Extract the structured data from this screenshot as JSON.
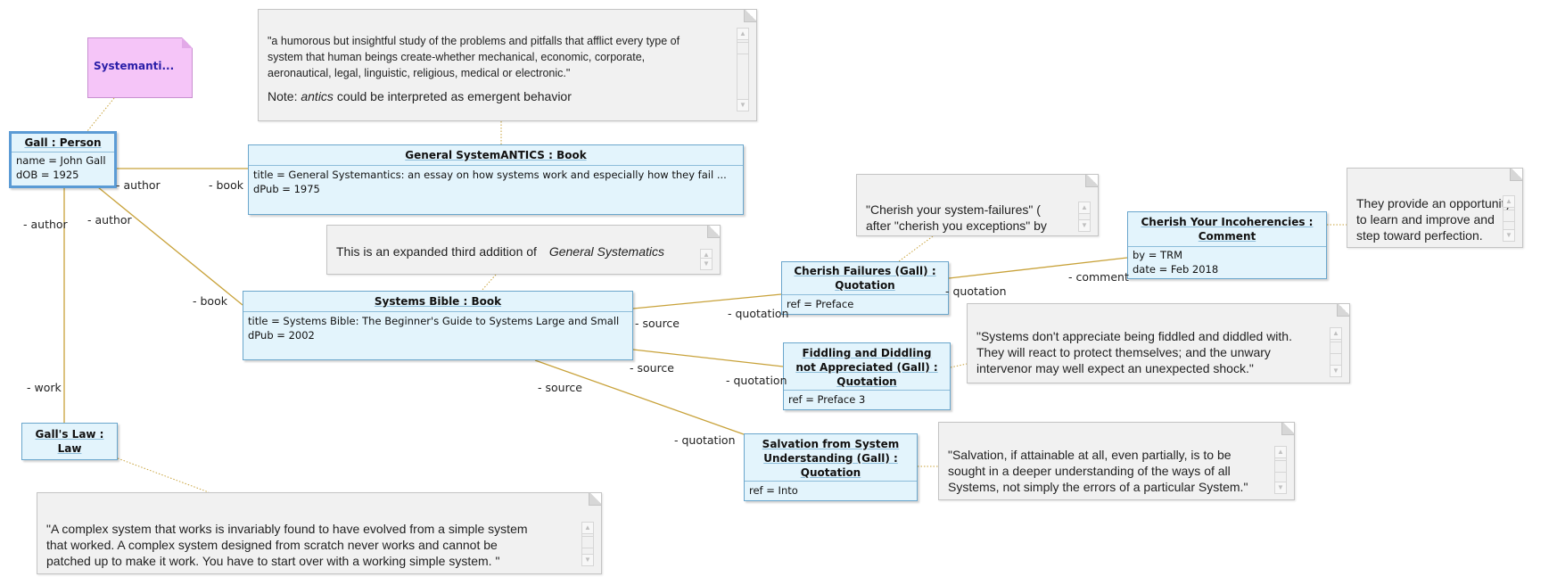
{
  "diagram": {
    "tag_note": {
      "label": "Systemanti..."
    },
    "objects": {
      "gall_person": {
        "header": "Gall : Person",
        "slots": [
          "name = John Gall",
          "dOB = 1925"
        ]
      },
      "systemantics_book": {
        "header": "General SystemANTICS : Book",
        "slots": [
          "title = General Systemantics: an essay on how systems work and especially how they fail ...",
          "dPub = 1975"
        ]
      },
      "systems_bible": {
        "header": "Systems Bible : Book",
        "slots": [
          "title = Systems Bible: The Beginner's Guide to Systems Large and Small",
          "dPub = 2002"
        ]
      },
      "galls_law": {
        "header_line1": "Gall's Law :",
        "header_line2": "Law"
      },
      "cherish_failures": {
        "header_line1": "Cherish Failures (Gall) :",
        "header_line2": "Quotation",
        "slots": [
          "ref = Preface"
        ]
      },
      "fiddling": {
        "header_line1": "Fiddling and Diddling",
        "header_line2": "not Appreciated (Gall) :",
        "header_line3": "Quotation",
        "slots": [
          "ref = Preface 3"
        ]
      },
      "salvation": {
        "header_line1": "Salvation from System",
        "header_line2": "Understanding (Gall) :",
        "header_line3": "Quotation",
        "slots": [
          "ref = Into"
        ]
      },
      "comment": {
        "header_line1": "Cherish Your Incoherencies :",
        "header_line2": "Comment",
        "slots": [
          "by = TRM",
          "date = Feb 2018"
        ]
      }
    },
    "notes": {
      "book_quote": {
        "line1": "\"a humorous but insightful study of the problems and pitfalls that afflict every type of",
        "line2": "system that human beings create-whether mechanical, economic, corporate,",
        "line3": "aeronautical, legal, linguistic, religious, medical or electronic.\"",
        "note_prefix": "Note: ",
        "note_italic": "antics",
        "note_suffix": " could be interpreted as emergent behavior"
      },
      "third_edition": {
        "text_prefix": "This is an expanded third addition of",
        "text_italic": "General Systematics"
      },
      "cherish_quote": {
        "line1": "\"Cherish your system-failures\" (",
        "line2": "after \"cherish you exceptions\" by"
      },
      "comment_text": {
        "line1": "They provide an opportunity",
        "line2": "to learn and improve and",
        "line3": "step toward perfection."
      },
      "fiddle_quote": {
        "line1": "\"Systems don't appreciate being fiddled and diddled with.",
        "line2": "They will react to protect themselves; and the unwary",
        "line3": "intervenor may well expect an unexpected shock.\""
      },
      "salvation_quote": {
        "line1": "\"Salvation, if attainable at all, even partially, is to be",
        "line2": "sought in a deeper understanding of the ways of all",
        "line3": "Systems, not simply the errors of a particular System.\""
      },
      "law_quote": {
        "line1": "\"A complex system that works is invariably found to have evolved from a simple system",
        "line2": "that worked. A complex system designed from scratch never works and cannot be",
        "line3": "patched up to make it work. You have to start over with a working simple system.  \""
      }
    },
    "roles": {
      "author_1": "- author",
      "book_1": "- book",
      "author_2": "- author",
      "author_3": "- author",
      "book_2": "- book",
      "work": "- work",
      "source_1": "- source",
      "quotation_1": "- quotation",
      "quotation_2": "- quotation",
      "comment": "- comment",
      "source_2": "- source",
      "quotation_3": "- quotation",
      "source_3": "- source",
      "quotation_4": "- quotation"
    },
    "colors": {
      "link": "#c8a23a",
      "object_fill": "#e3f4fc",
      "object_border": "#6aa6cc",
      "note_fill": "#f1f1f1",
      "tag_fill": "#f5c5f8"
    }
  }
}
